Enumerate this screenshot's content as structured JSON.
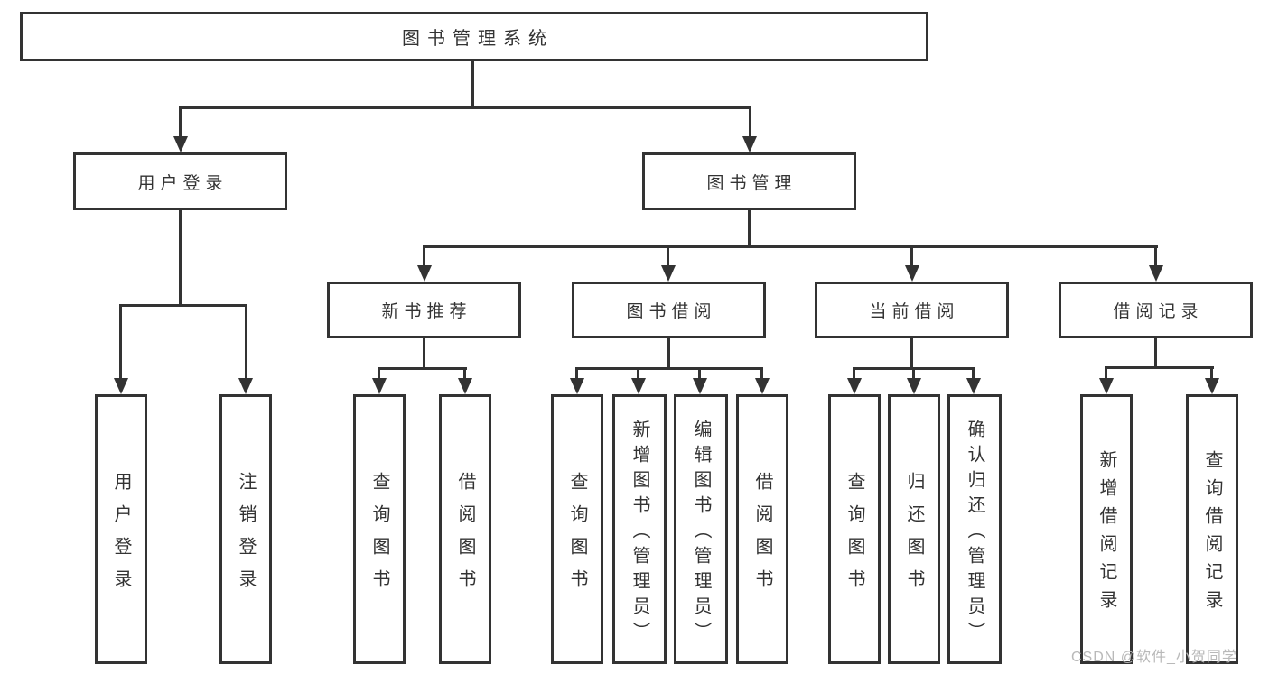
{
  "diagram_type": "hierarchy-tree",
  "nodes": {
    "root": {
      "label": "图书管理系统"
    },
    "user_login": {
      "label": "用户登录",
      "children": [
        {
          "label": "用户登录"
        },
        {
          "label": "注销登录"
        }
      ]
    },
    "book_mgmt": {
      "label": "图书管理"
    },
    "new_book_rec": {
      "label": "新书推荐",
      "children": [
        {
          "label": "查询图书"
        },
        {
          "label": "借阅图书"
        }
      ]
    },
    "book_borrow": {
      "label": "图书借阅",
      "children": [
        {
          "label": "查询图书"
        },
        {
          "label": "新增图书（管理员）"
        },
        {
          "label": "编辑图书（管理员）"
        },
        {
          "label": "借阅图书"
        }
      ]
    },
    "current_borrow": {
      "label": "当前借阅",
      "children": [
        {
          "label": "查询图书"
        },
        {
          "label": "归还图书"
        },
        {
          "label": "确认归还（管理员）"
        }
      ]
    },
    "borrow_records": {
      "label": "借阅记录",
      "children": [
        {
          "label": "新增借阅记录"
        },
        {
          "label": "查询借阅记录"
        }
      ]
    }
  },
  "watermark": {
    "text": "CSDN @软件_小贺同学"
  },
  "colors": {
    "line": "#333333",
    "box_background": "#ffffff",
    "page_background": "#ffffff",
    "watermark": "#b9b9b9"
  }
}
